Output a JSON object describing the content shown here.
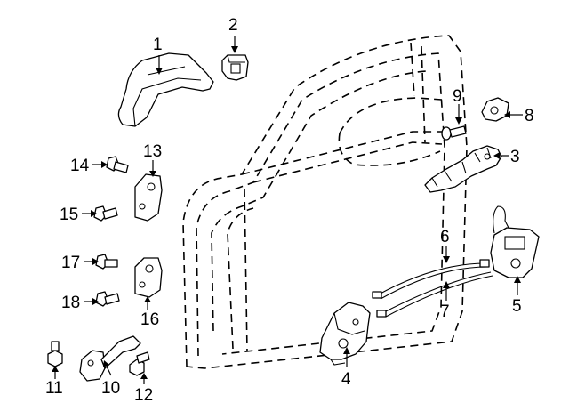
{
  "diagram": {
    "labels": {
      "p1": "1",
      "p2": "2",
      "p3": "3",
      "p4": "4",
      "p5": "5",
      "p6": "6",
      "p7": "7",
      "p8": "8",
      "p9": "9",
      "p10": "10",
      "p11": "11",
      "p12": "12",
      "p13": "13",
      "p14": "14",
      "p15": "15",
      "p16": "16",
      "p17": "17",
      "p18": "18"
    }
  }
}
